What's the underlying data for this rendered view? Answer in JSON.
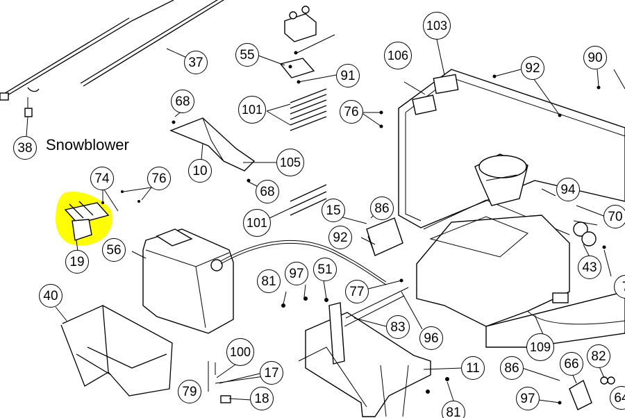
{
  "diagram": {
    "title": "Snowblower",
    "highlight_color": "#ffff00",
    "callouts": [
      "37",
      "38",
      "68",
      "55",
      "91",
      "101",
      "10",
      "105",
      "68",
      "101",
      "76",
      "103",
      "106",
      "92",
      "90",
      "74",
      "76",
      "15",
      "86",
      "92",
      "94",
      "70",
      "43",
      "19",
      "56",
      "81",
      "97",
      "51",
      "77",
      "83",
      "96",
      "40",
      "100",
      "17",
      "79",
      "18",
      "11",
      "81",
      "109",
      "86",
      "66",
      "82",
      "97",
      "64",
      "7"
    ]
  }
}
